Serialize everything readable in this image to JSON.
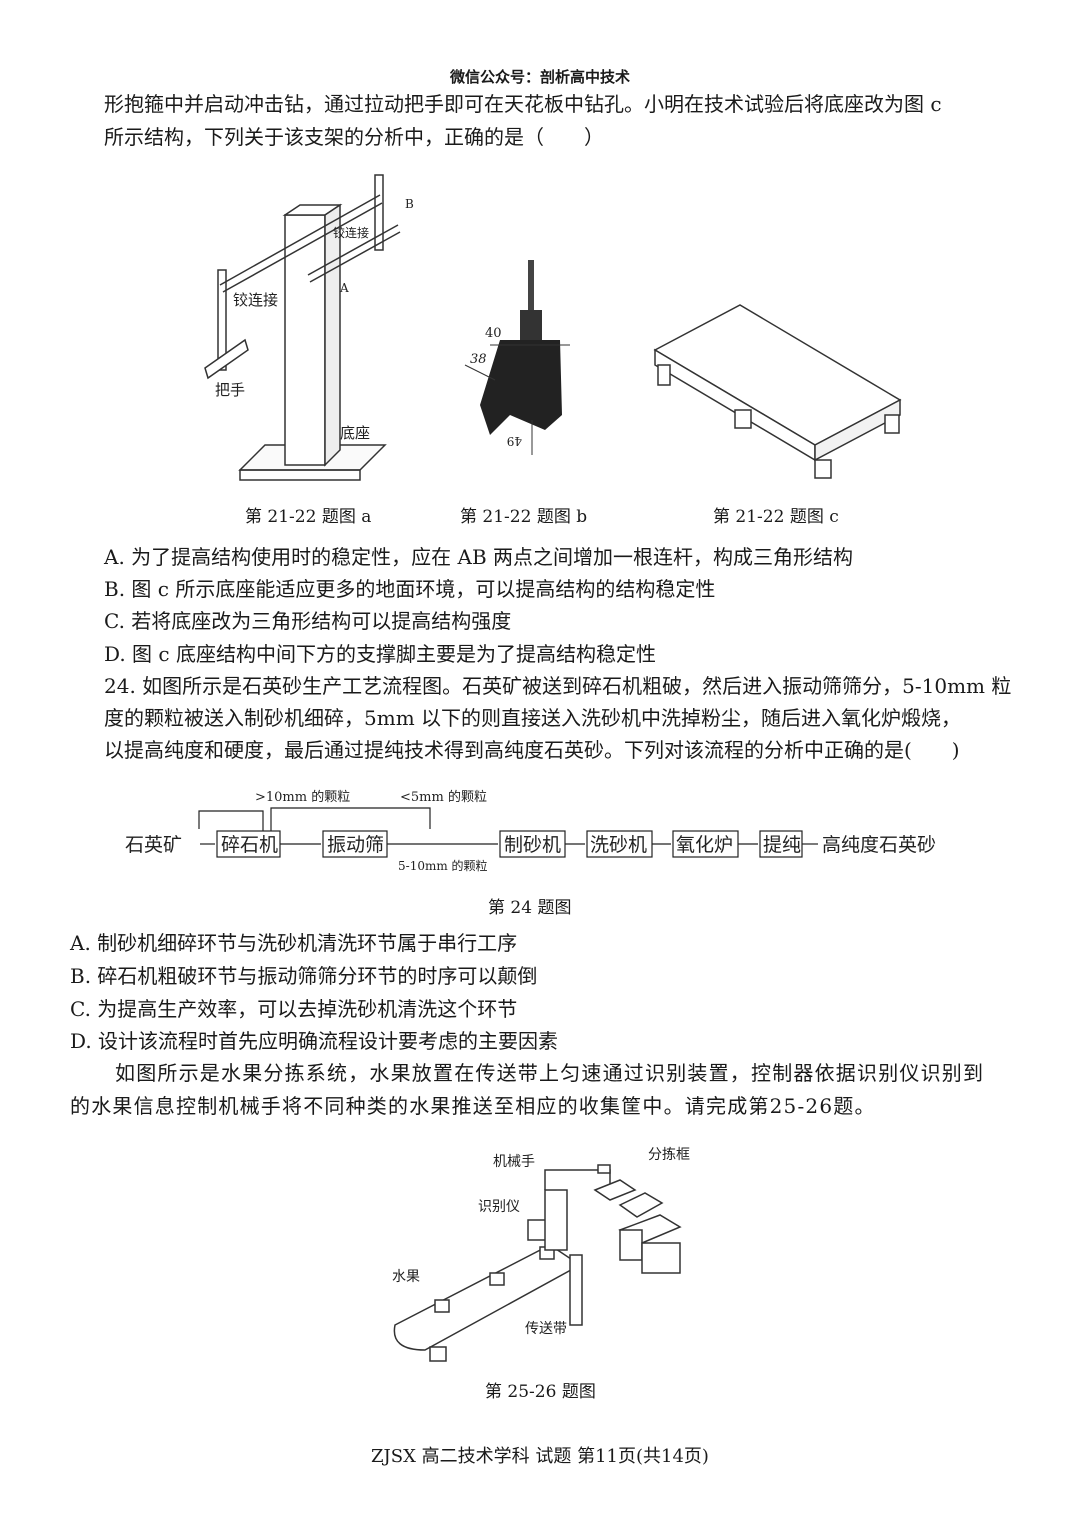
{
  "header": "微信公众号：剖析高中技术",
  "intro_lines": [
    "形抱箍中并启动冲击钻，通过拉动把手即可在天花板中钻孔。小明在技术试验后将底座改为图 c",
    "所示结构，下列关于该支架的分析中，正确的是（　　）"
  ],
  "fig_a": {
    "labels": [
      "B",
      "铰连接",
      "A",
      "铰连接",
      "把手",
      "底座"
    ],
    "caption": "第 21-22 题图 a"
  },
  "fig_b": {
    "labels": [
      "40",
      "38",
      "49"
    ],
    "caption": "第 21-22 题图 b"
  },
  "fig_c": {
    "caption": "第 21-22 题图 c"
  },
  "q23_options": [
    "A.  为了提高结构使用时的稳定性，应在 AB 两点之间增加一根连杆，构成三角形结构",
    "B.  图 c 所示底座能适应更多的地面环境，可以提高结构的结构稳定性",
    "C.  若将底座改为三角形结构可以提高结构强度",
    "D.  图 c 底座结构中间下方的支撑脚主要是为了提高结构稳定性"
  ],
  "q24": {
    "lines": [
      "24. 如图所示是石英砂生产工艺流程图。石英矿被送到碎石机粗破，然后进入振动筛筛分，5-10mm 粒",
      "度的颗粒被送入制砂机细碎，5mm 以下的则直接送入洗砂机中洗掉粉尘，随后进入氧化炉煅烧，",
      "以提高纯度和硬度，最后通过提纯技术得到高纯度石英砂。下列对该流程的分析中正确的是(　　)"
    ],
    "flow": {
      "input": "石英矿",
      "boxes": [
        "碎石机",
        "振动筛",
        "制砂机",
        "洗砂机",
        "氧化炉",
        "提纯"
      ],
      "output": "高纯度石英砂",
      "label_gt10": ">10mm 的颗粒",
      "label_lt5": "<5mm 的颗粒",
      "label_5_10": "5-10mm 的颗粒"
    },
    "caption": "第 24 题图",
    "options": [
      "A.  制砂机细碎环节与洗砂机清洗环节属于串行工序",
      "B.  碎石机粗破环节与振动筛筛分环节的时序可以颠倒",
      "C.  为提高生产效率，可以去掉洗砂机清洗这个环节",
      "D.  设计该流程时首先应明确流程设计要考虑的主要因素"
    ]
  },
  "q25_intro": [
    "如图所示是水果分拣系统，水果放置在传送带上匀速通过识别装置，控制器依据识别仪识别到",
    "的水果信息控制机械手将不同种类的水果推送至相应的收集筐中。请完成第25-26题。"
  ],
  "fig_fruit": {
    "labels": [
      "机械手",
      "分拣框",
      "识别仪",
      "水果",
      "传送带"
    ],
    "caption": "第 25-26 题图"
  },
  "footer": "ZJSX 高二技术学科  试题  第11页(共14页)"
}
